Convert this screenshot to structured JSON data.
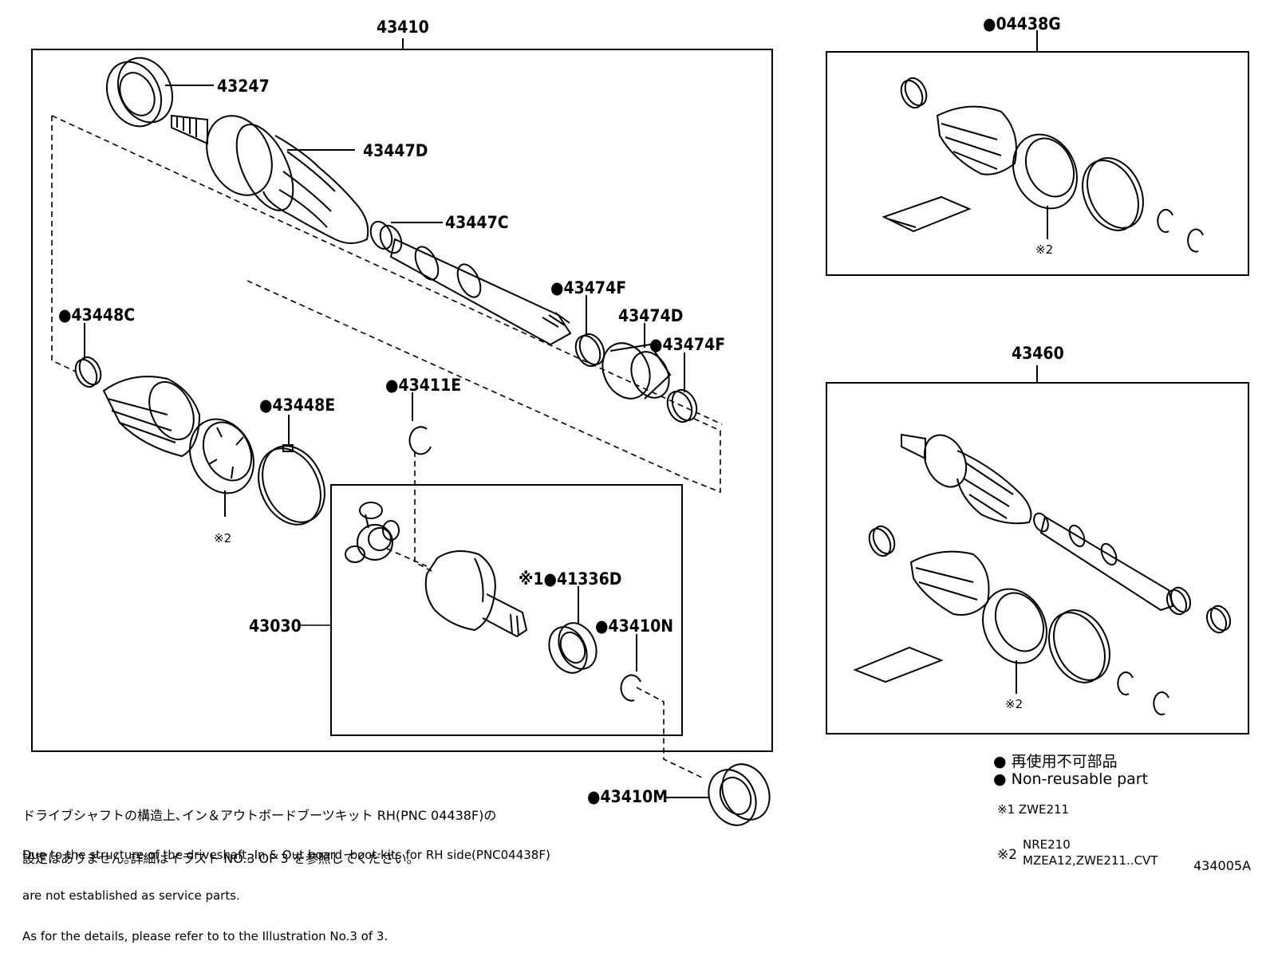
{
  "labels": {
    "assy_main": "43410",
    "assy_kit_rh": "●04438G",
    "assy_alt": "43460",
    "p43247": "43247",
    "p43447D": "43447D",
    "p43447C": "43447C",
    "p43474F_a": "●43474F",
    "p43474D": "43474D",
    "p43474F_b": "●43474F",
    "p43448C": "●43448C",
    "p43448E": "●43448E",
    "p43411E": "●43411E",
    "p41336D": "※1●41336D",
    "p43410N": "●43410N",
    "p43030": "43030",
    "p43410M": "●43410M",
    "mark2_a": "※2",
    "mark2_b": "※2",
    "mark2_c": "※2"
  },
  "notes": {
    "jp_line1": "ドライブシャフトの構造上､イン＆アウトボードブーツキット RH(PNC 04438F)の",
    "jp_line2": "設定はありません｡詳細はイラスト NO.3 OF 3 を参照してください｡",
    "en_line1": "Due to the structure of the driveshaft, In & Out board  boot kits for RH side(PNC04438F)",
    "en_line2": "are not established as service parts.",
    "en_line3": "As for the details, please refer to to the Illustration No.3 of 3."
  },
  "legend": {
    "jp": "● 再使用不可部品",
    "en": "● Non-reusable part",
    "note1": "※1 ZWE211",
    "note2_mark": "※2",
    "note2_line1": "NRE210",
    "note2_line2": "MZEA12,ZWE211..CVT"
  },
  "illustration_id": "434005A"
}
